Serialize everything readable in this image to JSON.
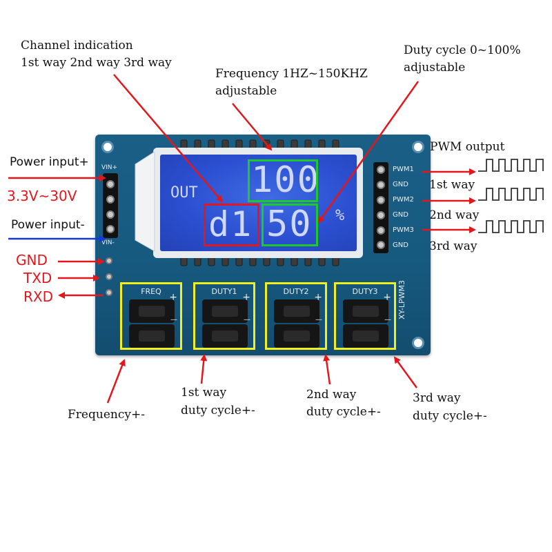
{
  "labels": {
    "channel_line1": "Channel indication",
    "channel_line2": "1st way 2nd way 3rd way",
    "frequency_line1": "Frequency 1HZ~150KHZ",
    "frequency_line2": "adjustable",
    "duty_line1": "Duty cycle 0~100%",
    "duty_line2": "adjustable",
    "pwm_output": "PWM output",
    "way1": "1st way",
    "way2": "2nd way",
    "way3": "3rd way",
    "power_plus": "Power input+",
    "voltage": "3.3V~30V",
    "power_minus": "Power input-",
    "gnd": "GND",
    "txd": "TXD",
    "rxd": "RXD",
    "freq_pm": "Frequency+-",
    "duty1_line1": "1st way",
    "duty1_line2": "duty cycle+-",
    "duty2_line1": "2nd way",
    "duty2_line2": "duty cycle+-",
    "duty3_line1": "3rd way",
    "duty3_line2": "duty cycle+-"
  },
  "board": {
    "model": "XY-LPWM3",
    "vin_plus": "VIN+",
    "vin_minus": "VIN-",
    "pins": [
      "PWM1",
      "GND",
      "PWM2",
      "GND",
      "PWM3",
      "GND"
    ],
    "buttons": [
      "FREQ",
      "DUTY1",
      "DUTY2",
      "DUTY3"
    ],
    "plus": "+",
    "minus": "—"
  },
  "display": {
    "out": "OUT",
    "frequency": "100",
    "channel": "d1",
    "duty": "50",
    "percent": "%"
  },
  "colors": {
    "arrow": "#e3171b",
    "power_minus_arrow": "#1238d6",
    "highlight_green": "#1ec92a",
    "highlight_red": "#e3171b",
    "highlight_yellow": "#f2ef1c",
    "pcb": "#1a5f86",
    "lcd": "#2b4fd0"
  }
}
